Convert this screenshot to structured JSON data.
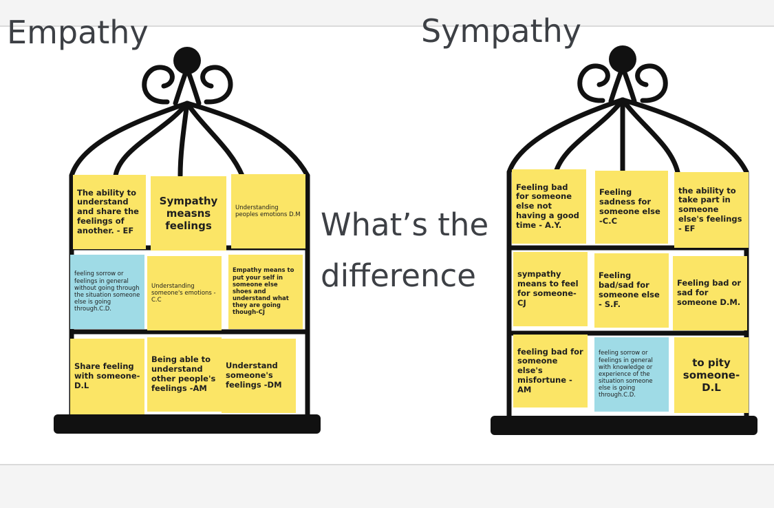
{
  "board": {
    "empathy_title": "Empathy",
    "sympathy_title": "Sympathy",
    "question_line1": "What’s the",
    "question_line2": "difference",
    "colors": {
      "note_yellow": "#fbe566",
      "note_blue": "#9fdbe6",
      "cage": "#111111",
      "title_text": "#3d4045"
    }
  },
  "empathy_cage": {
    "notes": [
      {
        "text": "The ability to understand and share the feelings of another.   - EF",
        "color": "yellow"
      },
      {
        "text": "Sympathy measns feelings",
        "color": "yellow"
      },
      {
        "text": "Understanding peoples emotions D.M",
        "color": "yellow"
      },
      {
        "text": "feeling sorrow or feelings in general without going through the situation someone else is going through.C.D.",
        "color": "blue"
      },
      {
        "text": "Understanding someone's emotions -C.C",
        "color": "yellow"
      },
      {
        "text": "Empathy means to put your self in someone else shoes and understand what they are going though-CJ",
        "color": "yellow"
      },
      {
        "text": "Share feeling with someone- D.L",
        "color": "yellow"
      },
      {
        "text": "Being able to understand other people's feelings -AM",
        "color": "yellow"
      },
      {
        "text": "Understand someone's feelings -DM",
        "color": "yellow"
      }
    ]
  },
  "sympathy_cage": {
    "notes": [
      {
        "text": "Feeling bad for someone else not having a good time - A.Y.",
        "color": "yellow"
      },
      {
        "text": "Feeling sadness for someone else -C.C",
        "color": "yellow"
      },
      {
        "text": "the ability to take part in someone else's feelings - EF",
        "color": "yellow"
      },
      {
        "text": "sympathy means to feel for someone-CJ",
        "color": "yellow"
      },
      {
        "text": "Feeling bad/sad for someone else - S.F.",
        "color": "yellow"
      },
      {
        "text": "Feeling bad or sad for someone D.M.",
        "color": "yellow"
      },
      {
        "text": "feeling bad for someone else's misfortune - AM",
        "color": "yellow"
      },
      {
        "text": "feeling sorrow or feelings in general with knowledge or experience of the situation someone else is going through.C.D.",
        "color": "blue"
      },
      {
        "text": "to pity someone- D.L",
        "color": "yellow"
      }
    ]
  }
}
